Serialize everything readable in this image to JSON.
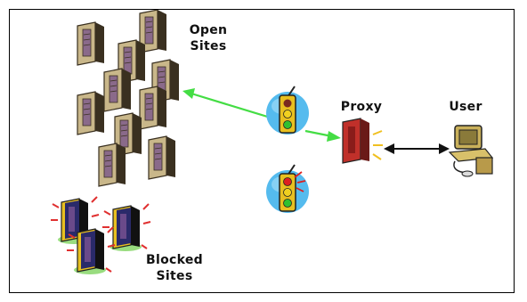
{
  "labels": {
    "open_sites": [
      "Open",
      "Sites"
    ],
    "proxy": "Proxy",
    "user": "User",
    "blocked_sites": [
      "Blocked",
      "Sites"
    ]
  },
  "colors": {
    "open_server_body": "#c9b78a",
    "open_server_dark": "#3a3020",
    "open_server_panel": "#8a6a8a",
    "blocked_server_body": "#2a2a6a",
    "blocked_server_side": "#e8c020",
    "proxy_server": "#c0302a",
    "allow_arrow": "#44dd44",
    "user_link_arrow": "#111111",
    "traffic_bubble": "#55bbee",
    "light_red": "#dd2020",
    "light_yellow": "#f0d020",
    "light_green": "#30c030"
  },
  "icons": [
    "open-server-icon",
    "blocked-server-icon",
    "proxy-server-icon",
    "traffic-light-icon",
    "computer-user-icon"
  ]
}
